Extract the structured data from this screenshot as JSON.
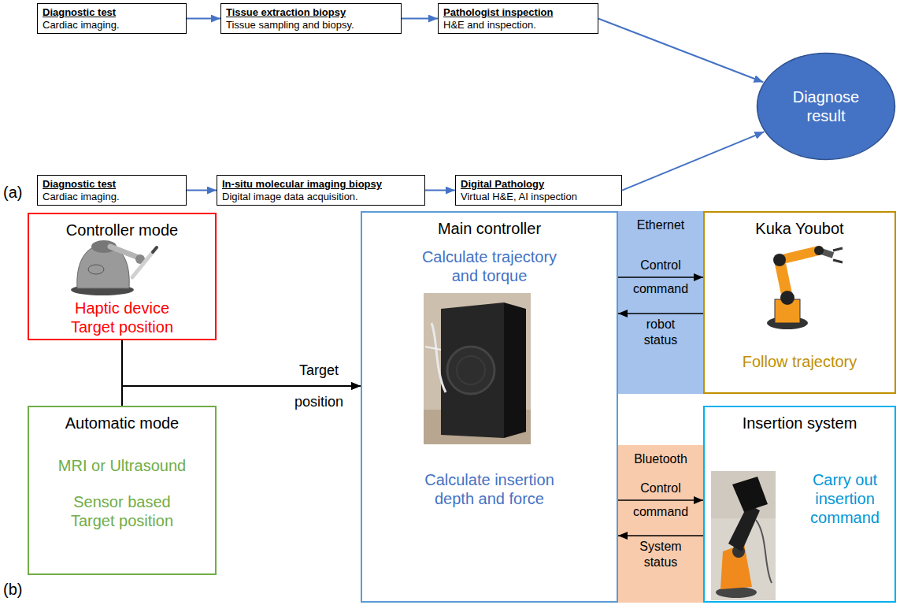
{
  "diagram": {
    "nodes": [
      {
        "text": [
          "Diagnostic test",
          "Cardiac imaging."
        ]
      },
      {
        "text": [
          "Tissue extraction biopsy",
          "Tissue sampling and biopsy."
        ]
      },
      {
        "text": [
          "Pathologist inspection",
          "H&E and inspection."
        ]
      },
      {
        "text": [
          "Diagnose result"
        ]
      },
      {
        "text": [
          "Diagnostic test",
          "Cardiac imaging."
        ]
      },
      {
        "text": [
          "In-situ molecular imaging biopsy",
          "Digital image data acquisition."
        ]
      },
      {
        "text": [
          "Digital Pathology",
          "Virtual H&E, AI inspection"
        ]
      },
      {
        "text": [
          "Controller mode",
          "Haptic device Target position"
        ]
      },
      {
        "text": [
          "Automatic mode",
          "MRI or Ultrasound",
          "Sensor based Target position"
        ]
      },
      {
        "text": [
          "Main controller",
          "Calculate trajectory and torque",
          "Calculate insertion depth and force"
        ]
      },
      {
        "text": [
          "Ethernet"
        ]
      },
      {
        "text": [
          "Kuka Youbot",
          "Follow trajectory"
        ]
      },
      {
        "text": [
          "Bluetooth"
        ]
      },
      {
        "text": [
          "Insertion system",
          "Carry out insertion command"
        ]
      }
    ],
    "edges": [
      {
        "from": 0,
        "to": 1,
        "arrow": "to"
      },
      {
        "from": 1,
        "to": 2,
        "arrow": "to"
      },
      {
        "from": 2,
        "to": 3,
        "arrow": "to"
      },
      {
        "from": 4,
        "to": 5,
        "arrow": "to"
      },
      {
        "from": 5,
        "to": 6,
        "arrow": "to"
      },
      {
        "from": 6,
        "to": 3,
        "arrow": "to"
      },
      {
        "from": 7,
        "to": 9,
        "label": "Target position",
        "arrow": "to"
      },
      {
        "from": 8,
        "to": 9,
        "arrow": "to"
      },
      {
        "from": 9,
        "to": 11,
        "label": "Control command",
        "arrow": "to"
      },
      {
        "from": 11,
        "to": 9,
        "label": "robot status",
        "arrow": "to"
      },
      {
        "from": 9,
        "to": 13,
        "label": "Control command",
        "arrow": "to"
      },
      {
        "from": 13,
        "to": 9,
        "label": "System status",
        "arrow": "to"
      }
    ],
    "labels": [
      "(a)",
      "(b)"
    ]
  }
}
